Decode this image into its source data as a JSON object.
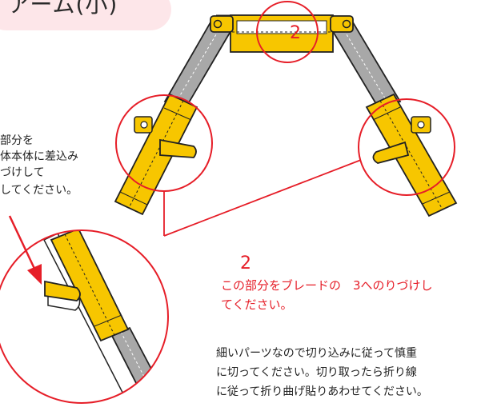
{
  "title": "アーム(小)",
  "center_label": "2",
  "left_note": [
    "部分を",
    "体本体に差込み",
    "づけして",
    "してください。"
  ],
  "right_number": "2",
  "right_red_lines": [
    "この部分をブレードの　3へのりづけし",
    "てください。"
  ],
  "bottom_note": [
    "細いパーツなので切り込みに従って慎重",
    "に切ってください。切り取ったら折り線",
    "に従って折り曲げ貼りあわせてください。"
  ],
  "colors": {
    "yellow": "#f7c600",
    "gray": "#a8a8a8",
    "red": "#e61e28",
    "title_bg": "#fde6e9"
  }
}
